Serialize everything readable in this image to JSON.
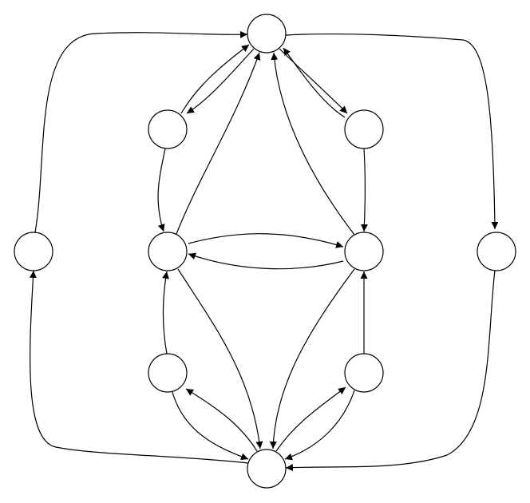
{
  "diagram": {
    "type": "directed-graph",
    "node_labels": "none",
    "colors": {
      "background": "#ffffff",
      "stroke": "#000000",
      "node_fill": "#ffffff"
    },
    "nodes": [
      {
        "id": "top"
      },
      {
        "id": "upper-left"
      },
      {
        "id": "upper-right"
      },
      {
        "id": "far-left"
      },
      {
        "id": "mid-left"
      },
      {
        "id": "mid-right"
      },
      {
        "id": "far-right"
      },
      {
        "id": "lower-left"
      },
      {
        "id": "lower-right"
      },
      {
        "id": "bottom"
      }
    ],
    "edges": [
      {
        "from": "far-left",
        "to": "top"
      },
      {
        "from": "top",
        "to": "far-right"
      },
      {
        "from": "upper-left",
        "to": "top"
      },
      {
        "from": "top",
        "to": "upper-left"
      },
      {
        "from": "top",
        "to": "upper-right"
      },
      {
        "from": "upper-right",
        "to": "top"
      },
      {
        "from": "upper-left",
        "to": "mid-left"
      },
      {
        "from": "upper-right",
        "to": "mid-right"
      },
      {
        "from": "mid-left",
        "to": "top"
      },
      {
        "from": "mid-right",
        "to": "top"
      },
      {
        "from": "mid-left",
        "to": "mid-right"
      },
      {
        "from": "mid-right",
        "to": "mid-left"
      },
      {
        "from": "mid-left",
        "to": "bottom"
      },
      {
        "from": "mid-right",
        "to": "bottom"
      },
      {
        "from": "lower-left",
        "to": "mid-left"
      },
      {
        "from": "lower-right",
        "to": "mid-right"
      },
      {
        "from": "lower-left",
        "to": "bottom"
      },
      {
        "from": "bottom",
        "to": "lower-left"
      },
      {
        "from": "lower-right",
        "to": "bottom"
      },
      {
        "from": "bottom",
        "to": "lower-right"
      },
      {
        "from": "bottom",
        "to": "far-left"
      },
      {
        "from": "far-right",
        "to": "bottom"
      }
    ]
  }
}
